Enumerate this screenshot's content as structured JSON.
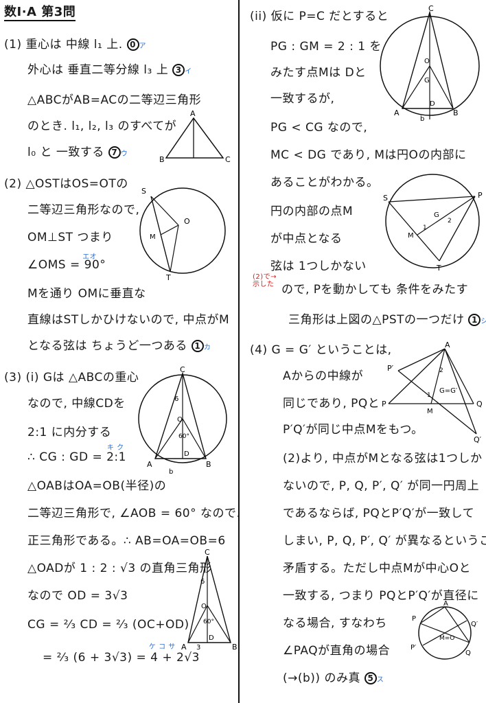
{
  "header": {
    "title": "数Ⅰ·A 第3問"
  },
  "left": {
    "l1": "(1)  重心は 中線 l₁ 上.",
    "l1_ans": "0",
    "l1_kana": "ア",
    "l2": "外心は 垂直二等分線 l₃ 上",
    "l2_ans": "3",
    "l2_kana": "イ",
    "l3": "△ABCがAB=ACの二等辺三角形",
    "l4": "のとき. l₁, l₂, l₃ のすべてが",
    "l5": "l₀ と 一致する",
    "l5_ans": "7",
    "l5_kana": "ウ",
    "l6": "(2)  △OSTはOS=OTの",
    "l7": "二等辺三角形なので,",
    "l8": "OM⊥ST  つまり",
    "l9": "∠OMS = 90°",
    "l9_kana": "エオ",
    "l10": "Mを通り OMに垂直な",
    "l11": "直線はSTしかひけないので, 中点がM",
    "l12": "となる弦は ちょうど一つある",
    "l12_ans": "1",
    "l12_kana": "カ",
    "l13": "(3) (i) Gは △ABCの重心",
    "l14": "なので, 中線CDを",
    "l15": "2:1 に内分する",
    "l16": "∴ CG : GD = 2:1",
    "l16_kana": "キ ク",
    "l17": "△OABはOA=OB(半径)の",
    "l18": "二等辺三角形で, ∠AOB = 60° なので.",
    "l19": "正三角形である。∴ AB=OA=OB=6",
    "l20": "△OADが 1 : 2 : √3 の直角三角形",
    "l21": "なので OD = 3√3",
    "l22": "CG = ²⁄₃ CD = ²⁄₃ (OC+OD)",
    "l23": "= ²⁄₃ (6 + 3√3) = 4 + 2√3",
    "l23_kana": "ケ  コ サ"
  },
  "right": {
    "r1": "(ii)  仮に P=C だとすると",
    "r2": "PG : GM = 2 : 1 を",
    "r3": "みたす点Mは Dと",
    "r4": "一致するが,",
    "r5": "PG < CG なので,",
    "r6": "MC < DG であり, Mは円Oの内部に",
    "r7": "あることがわかる。",
    "r8": "円の内部の点M",
    "r9": "が中点となる",
    "r10": "弦は 1つしかない",
    "r11_note": "(2)で→示した",
    "r11": "ので, Pを動かしても 条件をみたす",
    "r12": "三角形は上図の△PSTの一つだけ",
    "r12_ans": "1",
    "r12_kana": "シ",
    "r13": "(4)   G = G′ ということは,",
    "r14": "Aからの中線が",
    "r15": "同じであり, PQと",
    "r16": "P′Q′が同じ中点Mをもつ。",
    "r17": "(2)より, 中点がMとなる弦は1つしか",
    "r18": "ないので, P, Q, P′, Q′ が同一円周上",
    "r19": "であるならば, PQとP′Q′が一致して",
    "r20": "しまい, P, Q, P′, Q′ が異なるということに",
    "r21": "矛盾する。ただし中点Mが中心Oと",
    "r22": "一致する, つまり PQとP′Q′が直径に",
    "r23": "なる場合, すなわち",
    "r24": "∠PAQが直角の場合",
    "r25": "(→(b)) のみ真",
    "r25_ans": "5",
    "r25_kana": "ス"
  },
  "figures": {
    "tri1": {
      "A": "A",
      "B": "B",
      "C": "C"
    },
    "fig2": {
      "S": "S",
      "O": "O",
      "M": "M",
      "T": "T"
    },
    "fig3": {
      "C": "C",
      "O": "O",
      "D": "D",
      "A": "A",
      "B": "B",
      "side": "6",
      "angle": "60°",
      "half": "b"
    },
    "fig4": {
      "C": "C",
      "O": "O",
      "D": "D",
      "A": "A",
      "B": "B",
      "side": "6",
      "angle": "60°",
      "half": "3"
    },
    "fig5": {
      "C": "C",
      "O": "O",
      "G": "G",
      "D": "D",
      "A": "A",
      "B": "B",
      "half": "b"
    },
    "fig6": {
      "S": "S",
      "P": "P",
      "G": "G",
      "M": "M",
      "T": "T",
      "one": "1",
      "two": "2"
    },
    "fig7": {
      "A": "A",
      "P1": "P′",
      "P": "P",
      "M": "M",
      "Q": "Q",
      "Q1": "Q′",
      "G": "G=G′",
      "two": "2",
      "one": "1"
    },
    "fig8": {
      "A": "A",
      "P": "P",
      "Q1": "Q′",
      "P1": "P′",
      "M": "M=O",
      "Q": "Q"
    }
  },
  "colors": {
    "ink": "#1a1a1a",
    "blue": "#2a6fd6",
    "red": "#d02020"
  }
}
